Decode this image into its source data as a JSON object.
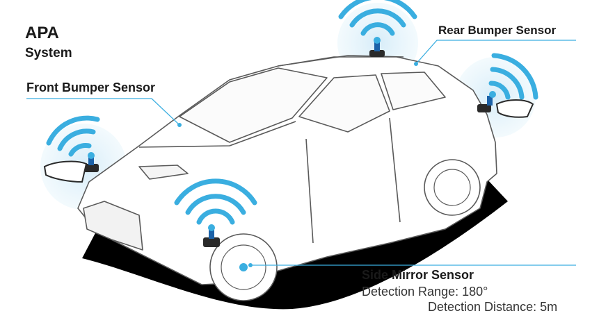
{
  "title": "APA",
  "subtitle": "System",
  "labels": {
    "front_bumper": "Front Bumper Sensor",
    "rear_bumper": "Rear Bumper Sensor",
    "side_mirror": "Side Mirror Sensor",
    "detection_range": "Detection Range: 180°",
    "detection_distance": "Detection Distance: 5m"
  },
  "colors": {
    "accent": "#3aaee0",
    "zone": "#d8eef9",
    "sensor": "#1c62a8",
    "sensor_base": "#2a2a2a",
    "car_line": "#5a5a5a",
    "shadow": "#000000"
  },
  "icons": [
    "wifi-signal-icon",
    "sensor-icon",
    "side-mirror-icon"
  ]
}
